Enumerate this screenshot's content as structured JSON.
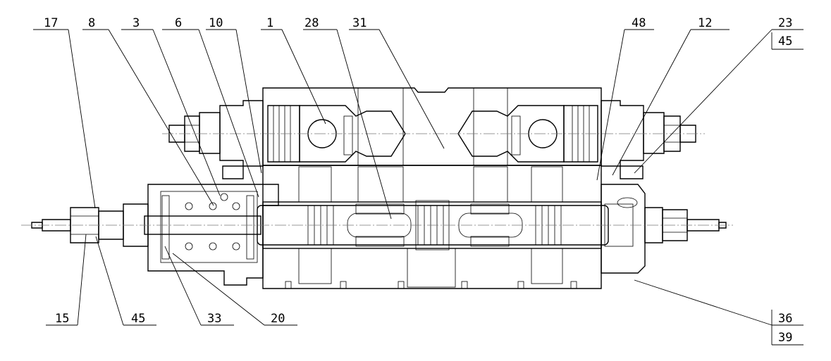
{
  "callouts": {
    "c17": "17",
    "c8": "8",
    "c3": "3",
    "c6": "6",
    "c10": "10",
    "c1": "1",
    "c28": "28",
    "c31": "31",
    "c48": "48",
    "c12": "12",
    "c23": "23",
    "c45_top": "45",
    "c15": "15",
    "c45_bottom": "45",
    "c33": "33",
    "c20": "20",
    "c36": "36",
    "c39": "39"
  },
  "colors": {
    "line": "#000000",
    "centerline": "#777777",
    "background": "#ffffff"
  }
}
